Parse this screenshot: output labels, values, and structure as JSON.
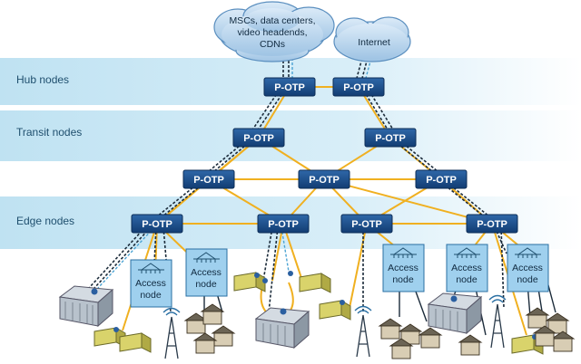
{
  "tiers": [
    {
      "label": "Hub nodes"
    },
    {
      "label": "Transit nodes"
    },
    {
      "label": "Edge nodes"
    }
  ],
  "clouds": [
    {
      "lines": [
        "MSCs, data centers,",
        "video headends,",
        "CDNs"
      ]
    },
    {
      "lines": [
        "Internet"
      ]
    }
  ],
  "node_label": "P-OTP",
  "access_node_lines": [
    "Access",
    "node"
  ],
  "colors": {
    "band": "#cfe8f4",
    "node_fill": "#1a4d8f",
    "ring_link": "#f0b020",
    "fiber_dash": "#1b2b3a",
    "fiber_blue": "#4ba3d3",
    "cloud": "#b7d4ec",
    "access_box": "#9fd0ee"
  }
}
